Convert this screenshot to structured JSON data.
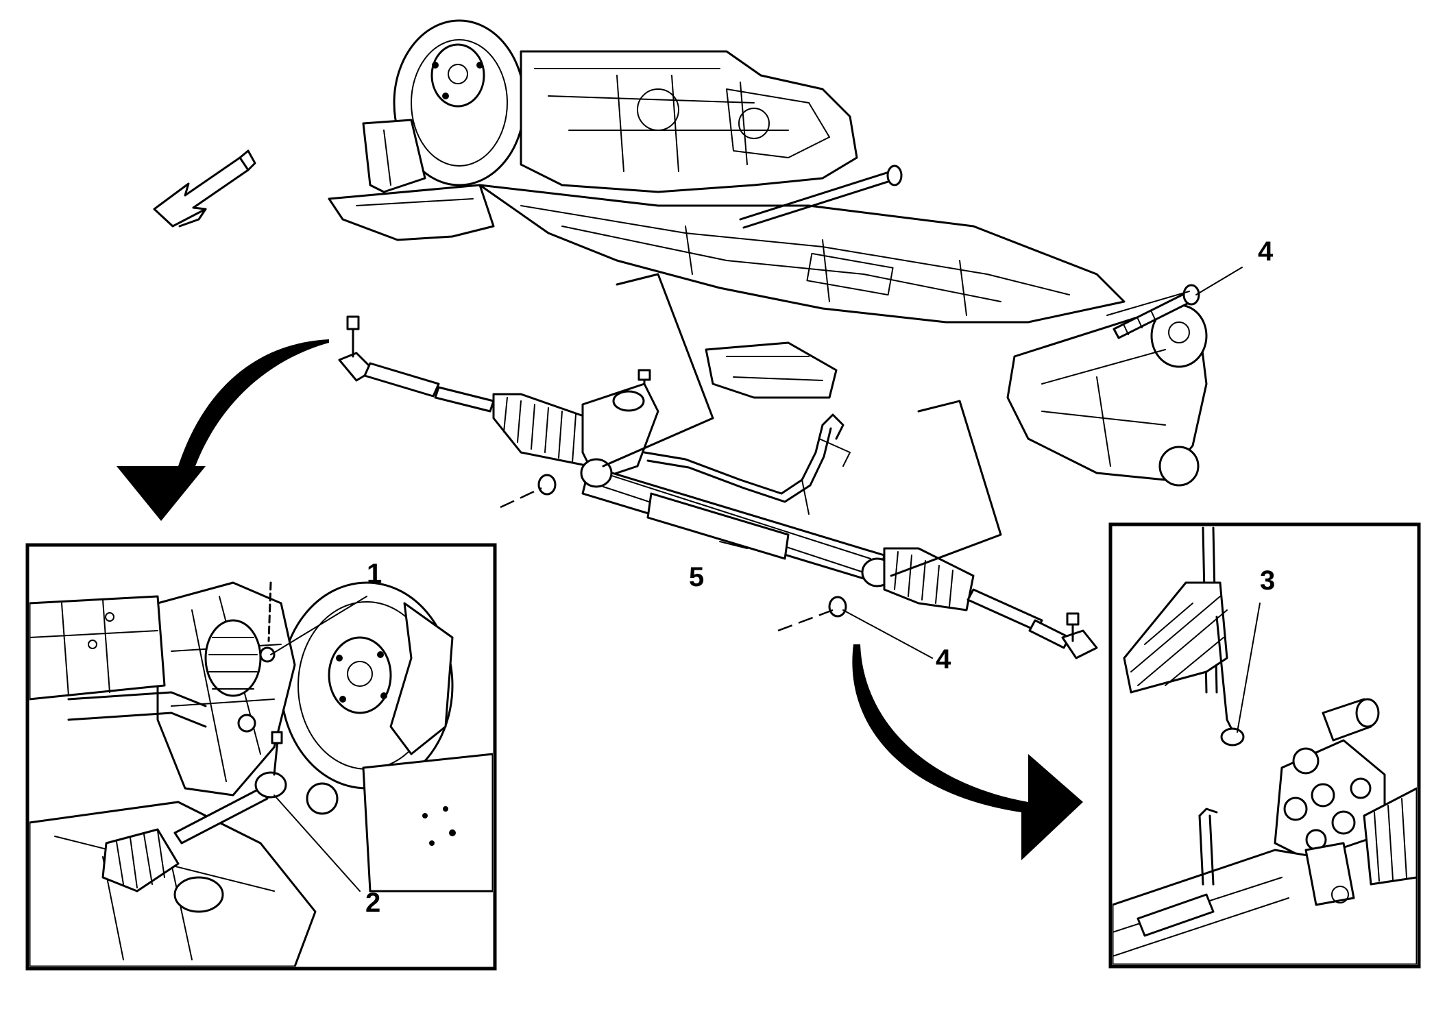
{
  "callouts": {
    "c1": "1",
    "c2": "2",
    "c3": "3",
    "c4_top": "4",
    "c4_bottom": "4",
    "c5": "5"
  }
}
